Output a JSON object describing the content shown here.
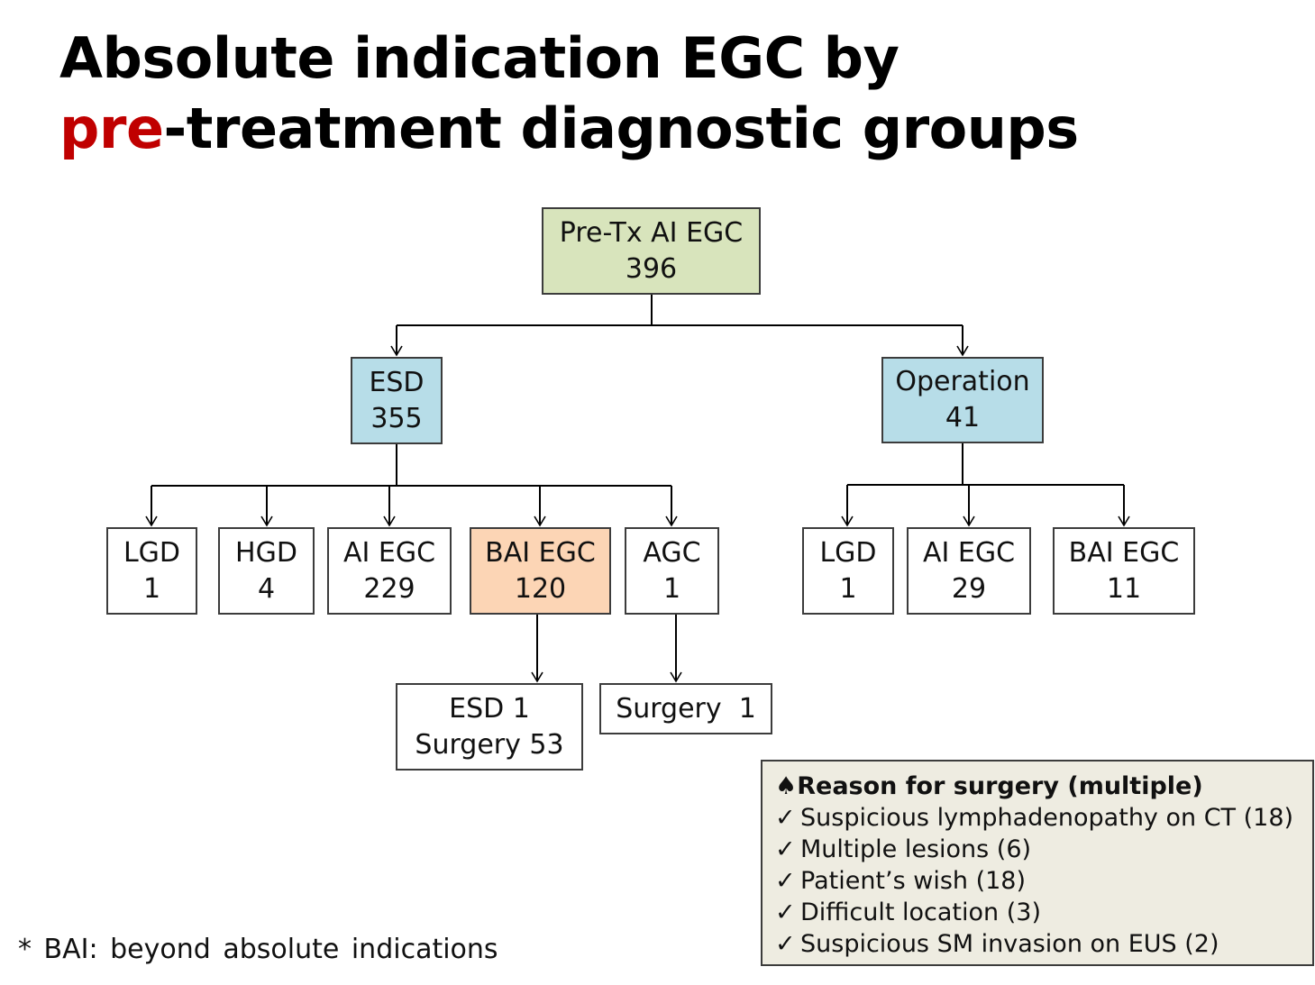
{
  "title": {
    "line1": "Absolute indication EGC by",
    "line2_accent": "pre",
    "line2_rest": "-treatment diagnostic groups"
  },
  "colors": {
    "accent": "#c00000",
    "root_fill": "#d8e4bc",
    "mid_fill": "#b7dde8",
    "highlight_fill": "#fcd5b5",
    "note_fill": "#eeece1"
  },
  "nodes": {
    "root": {
      "label": "Pre-Tx AI EGC",
      "value": "396"
    },
    "esd": {
      "label": "ESD",
      "value": "355"
    },
    "operation": {
      "label": "Operation",
      "value": "41"
    },
    "esd_lgd": {
      "label": "LGD",
      "value": "1"
    },
    "esd_hgd": {
      "label": "HGD",
      "value": "4"
    },
    "esd_ai_egc": {
      "label": "AI EGC",
      "value": "229"
    },
    "esd_bai_egc": {
      "label": "BAI EGC",
      "value": "120"
    },
    "esd_agc": {
      "label": "AGC",
      "value": "1"
    },
    "op_lgd": {
      "label": "LGD",
      "value": "1"
    },
    "op_ai_egc": {
      "label": "AI EGC",
      "value": "29"
    },
    "op_bai_egc": {
      "label": "BAI EGC",
      "value": "11"
    },
    "bai_outcome": {
      "line1": "ESD 1",
      "line2": "Surgery 53"
    },
    "agc_outcome": {
      "label": "Surgery  1"
    }
  },
  "reason_box": {
    "icon": "spade-icon",
    "bullet_icon": "check-icon",
    "title": "Reason for surgery (multiple)",
    "items": [
      "Suspicious lymphadenopathy on CT (18)",
      "Multiple lesions (6)",
      "Patient’s wish (18)",
      "Difficult location (3)",
      "Suspicious SM invasion on EUS (2)"
    ]
  },
  "footnote": "* BAI: beyond absolute indications"
}
